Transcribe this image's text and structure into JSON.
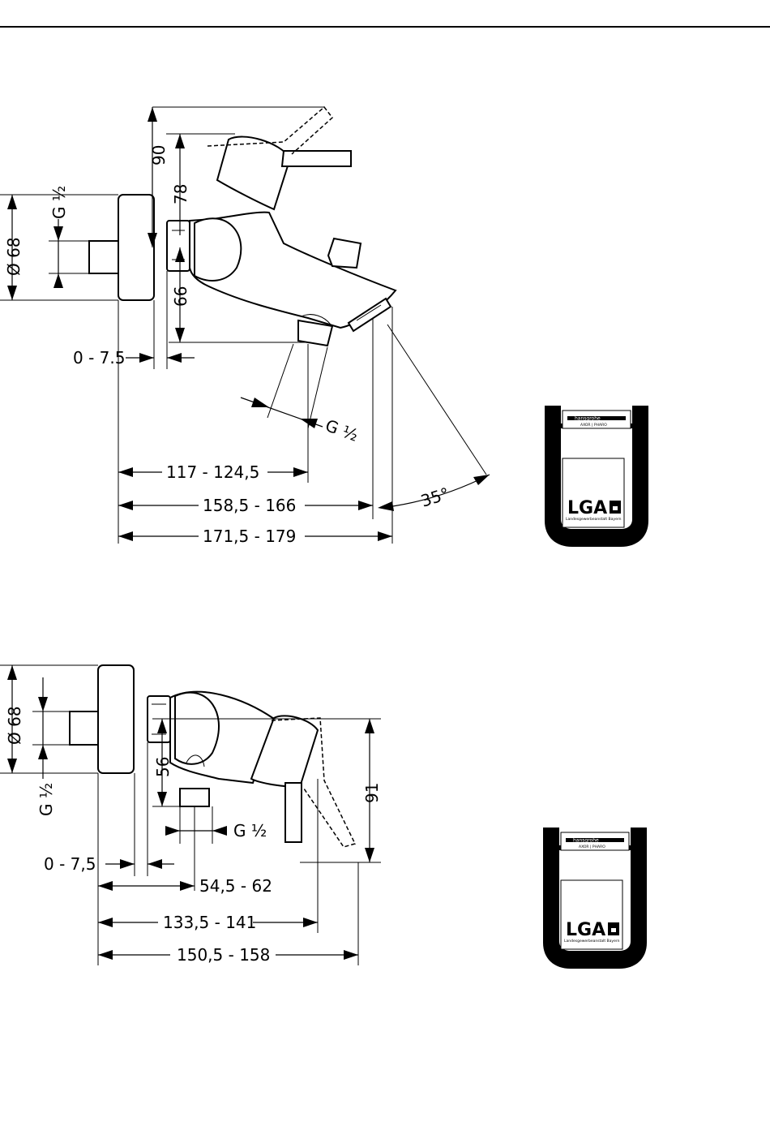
{
  "diagram_top": {
    "dims": {
      "d90": "90",
      "d78": "78",
      "g_half_left": "G ½",
      "dia68": "Ø 68",
      "d66": "66",
      "offset": "0 - 7.5",
      "g_half_outlet": "G ½",
      "w1": "117 - 124,5",
      "w2": "158,5 - 166",
      "w3": "171,5 - 179",
      "angle": "35°"
    }
  },
  "diagram_bottom": {
    "dims": {
      "dia68": "Ø 68",
      "g_half_left": "G ½",
      "d56": "56",
      "g_half_outlet": "G ½",
      "d91": "91",
      "offset": "0 - 7,5",
      "w1": "54,5 - 62",
      "w2": "133,5 - 141",
      "w3": "150,5 - 158"
    }
  },
  "certificate_badge": {
    "brand": "hansgrohe",
    "sub": "AXOR | PHARO",
    "mark": "LGA",
    "authority": "Landesgewerbeanstalt Bayern"
  }
}
